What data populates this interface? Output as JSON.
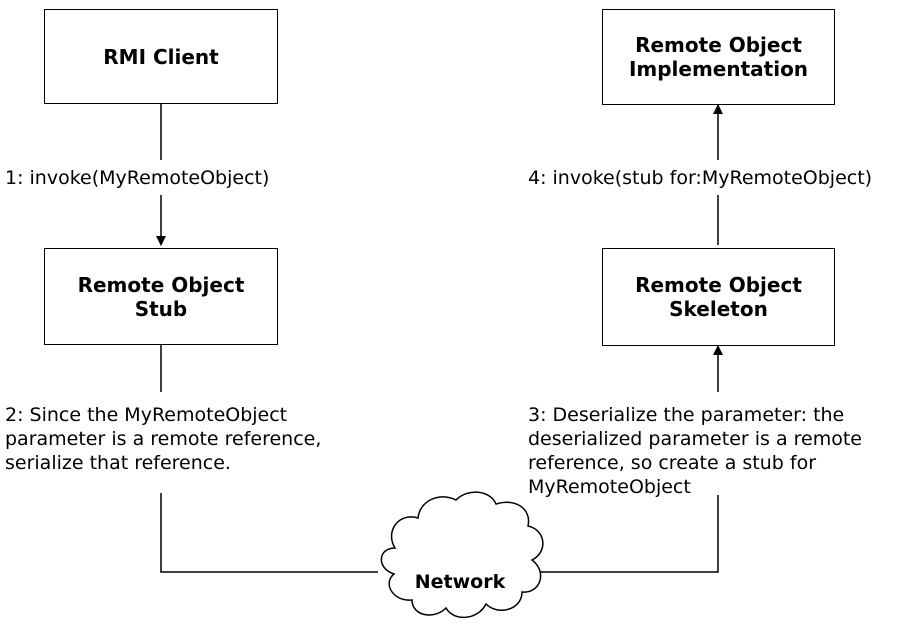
{
  "boxes": {
    "client": "RMI Client",
    "stub": "Remote Object\nStub",
    "implementation": "Remote Object\nImplementation",
    "skeleton": "Remote Object\nSkeleton"
  },
  "labels": {
    "step1": "1: invoke(MyRemoteObject)",
    "step2": "2: Since the MyRemoteObject\nparameter is a remote reference,\nserialize that reference.",
    "step3": "3: Deserialize the parameter: the\ndeserialized parameter is a remote\nreference, so create a stub for\nMyRemoteObject",
    "step4": "4: invoke(stub for:MyRemoteObject)"
  },
  "network": "Network"
}
